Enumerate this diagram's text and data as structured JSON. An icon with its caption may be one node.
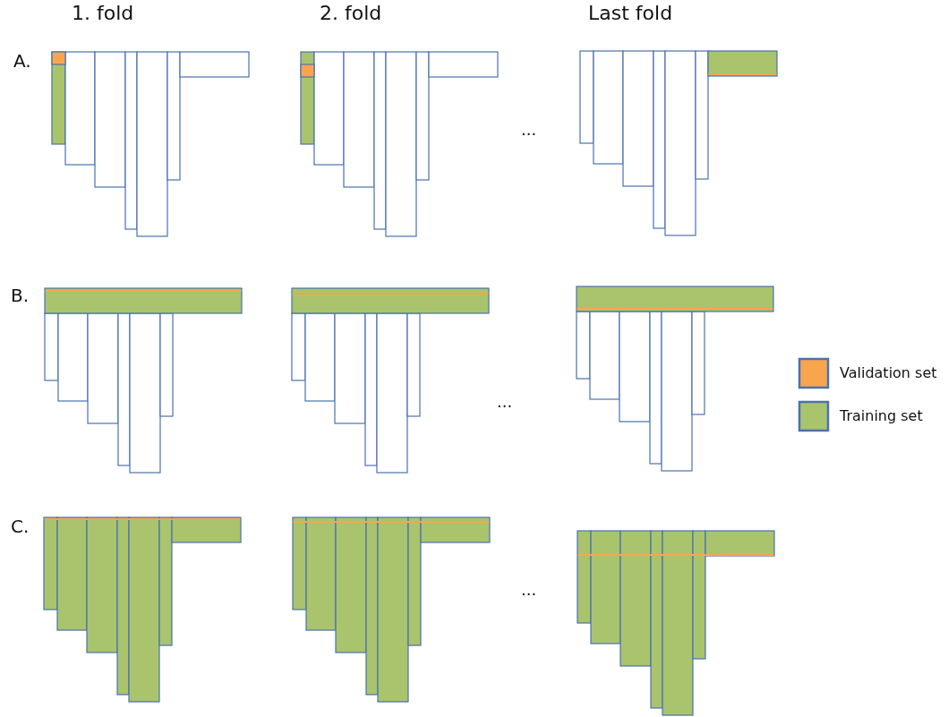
{
  "diagram": {
    "labels": [
      "1. fold",
      "2. fold",
      "Last fold",
      "A.",
      "...",
      "B.",
      "...",
      "C.",
      "..."
    ],
    "legend": [
      {
        "text": "Validation set",
        "color": "#f9a54e"
      },
      {
        "text": "Training set",
        "color": "#a9c46c"
      }
    ]
  }
}
